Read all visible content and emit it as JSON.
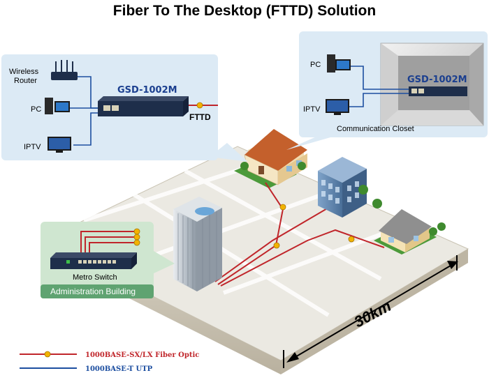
{
  "title": "Fiber To The Desktop (FTTD) Solution",
  "left_panel": {
    "device_model": "GSD-1002M",
    "fttd_label": "FTTD",
    "devices": [
      "Wireless Router",
      "PC",
      "IPTV"
    ],
    "wireless_line1": "Wireless",
    "wireless_line2": "Router",
    "pc": "PC",
    "iptv": "IPTV"
  },
  "right_panel": {
    "device_model": "GSD-1002M",
    "pc": "PC",
    "iptv": "IPTV",
    "closet_label": "Communication Closet"
  },
  "admin": {
    "switch_label": "Metro Switch",
    "building_label": "Administration Building"
  },
  "distance_label": "30km",
  "legend": [
    {
      "label": "1000BASE-SX/LX Fiber Optic",
      "color": "#c0252a"
    },
    {
      "label": "1000BASE-T UTP",
      "color": "#1c4ea0"
    }
  ],
  "colors": {
    "fiber": "#c0252a",
    "utp": "#1c4ea0",
    "panel_bg": "#dceaf5",
    "admin_bg": "#cfe6d0",
    "admin_banner": "#5fa371",
    "ground_top": "#ebe9e2",
    "ground_side": "#cac3b2"
  }
}
